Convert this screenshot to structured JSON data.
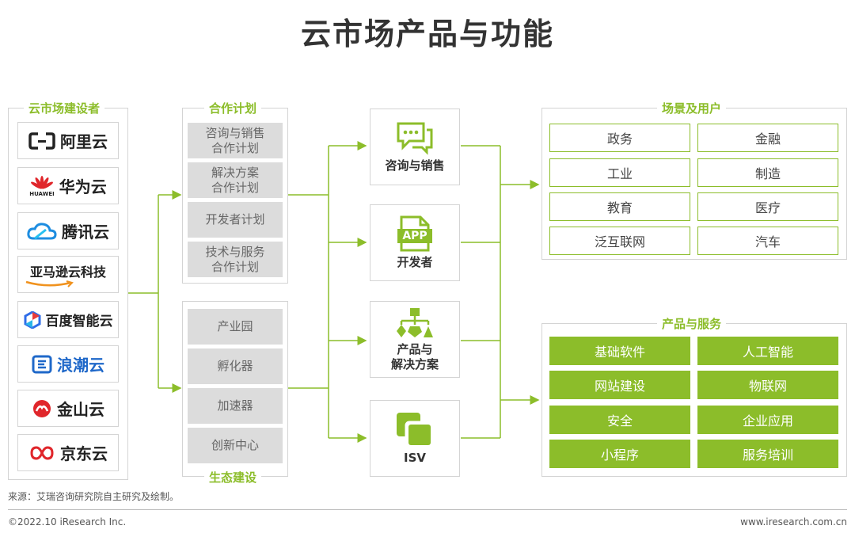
{
  "title": "云市场产品与功能",
  "builders": {
    "label": "云市场建设者",
    "items": [
      {
        "name": "阿里云",
        "icon": "aliyun-logo-icon"
      },
      {
        "name": "华为云",
        "icon": "huawei-logo-icon",
        "subtext": "HUAWEI"
      },
      {
        "name": "腾讯云",
        "icon": "tencent-cloud-logo-icon"
      },
      {
        "name": "亚马逊云科技",
        "icon": "aws-smile-icon"
      },
      {
        "name": "百度智能云",
        "icon": "baidu-cloud-logo-icon"
      },
      {
        "name": "浪潮云",
        "icon": "inspur-logo-icon"
      },
      {
        "name": "金山云",
        "icon": "kingsoft-logo-icon"
      },
      {
        "name": "京东云",
        "icon": "jd-cloud-logo-icon"
      }
    ]
  },
  "partner_plans": {
    "label": "合作计划",
    "items": [
      "咨询与销售\n合作计划",
      "解决方案\n合作计划",
      "开发者计划",
      "技术与服务\n合作计划"
    ]
  },
  "ecosystem": {
    "label": "生态建设",
    "items": [
      "产业园",
      "孵化器",
      "加速器",
      "创新中心"
    ]
  },
  "functions": [
    {
      "label": "咨询与销售",
      "icon": "chat-bubble-icon"
    },
    {
      "label": "开发者",
      "icon": "app-file-icon",
      "icon_text": "APP"
    },
    {
      "label": "产品与\n解决方案",
      "icon": "hierarchy-shapes-icon"
    },
    {
      "label": "ISV",
      "icon": "stacked-windows-icon"
    }
  ],
  "scenes": {
    "label": "场景及用户",
    "items": [
      "政务",
      "金融",
      "工业",
      "制造",
      "教育",
      "医疗",
      "泛互联网",
      "汽车"
    ]
  },
  "products": {
    "label": "产品与服务",
    "items": [
      "基础软件",
      "人工智能",
      "网站建设",
      "物联网",
      "安全",
      "企业应用",
      "小程序",
      "服务培训"
    ]
  },
  "source": "来源：艾瑞咨询研究院自主研究及绘制。",
  "copyright": "©2022.10 iResearch Inc.",
  "website": "www.iresearch.com.cn",
  "colors": {
    "accent": "#8cbd2a",
    "grey_box": "#dcdcdc",
    "border": "#d4d4d4"
  }
}
